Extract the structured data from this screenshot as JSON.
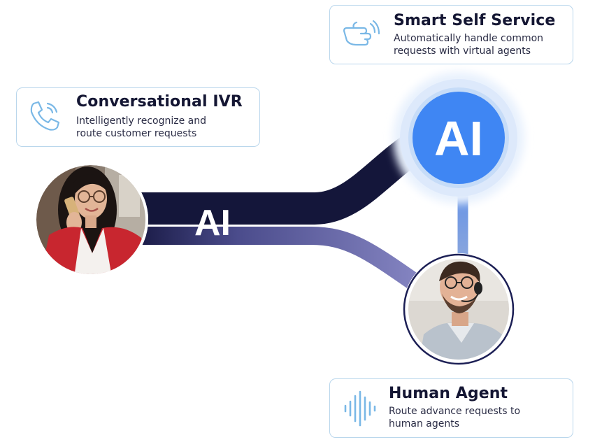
{
  "cards": {
    "ivr": {
      "title": "Conversational IVR",
      "desc_line1": "Intelligently recognize and",
      "desc_line2": "route customer requests",
      "icon": "phone-call-icon"
    },
    "self_service": {
      "title": "Smart Self Service",
      "desc_line1": "Automatically handle common",
      "desc_line2": "requests with virtual agents",
      "icon": "hand-pointer-icon"
    },
    "agent": {
      "title": "Human Agent",
      "desc_line1": "Route advance requests to",
      "desc_line2": "human agents",
      "icon": "sound-wave-icon"
    }
  },
  "flow": {
    "trunk_label": "AI",
    "hub_label": "AI"
  },
  "colors": {
    "trunk": "#14163a",
    "branch_agent": "#7f7fb8",
    "hub": "#3f86f3",
    "hub_glow": "#d9e8fb",
    "connector": "#7b9fe0",
    "card_border": "#b9d6ec",
    "icon_stroke": "#7ab8e6",
    "title_text": "#141633"
  }
}
